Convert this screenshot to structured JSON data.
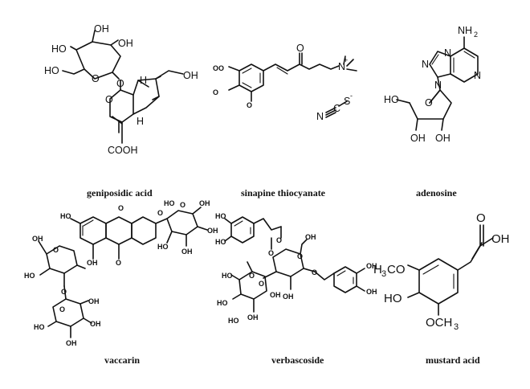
{
  "compounds": [
    {
      "name": "geniposidic acid"
    },
    {
      "name": "sinapine thiocyanate"
    },
    {
      "name": "adenosine"
    },
    {
      "name": "vaccarin"
    },
    {
      "name": "verbascoside"
    },
    {
      "name": "mustard acid"
    }
  ],
  "labels": {
    "geniposidic": {
      "oh1": "OH",
      "ho1": "HO",
      "oh2": "OH",
      "ho2": "HO",
      "o1": "O",
      "o2": "O",
      "h1": "H",
      "oh3": "OH",
      "o3": "O",
      "h2": "H",
      "cooh": "COOH"
    },
    "sinapine": {
      "o1": "O",
      "o2": "O",
      "o3": "O",
      "o4": "O",
      "o5": "O",
      "n": "N",
      "plus": "+",
      "s": "S",
      "minus": "-",
      "n2": "N",
      "c": "C"
    },
    "adenosine": {
      "nh": "NH",
      "two": "2",
      "n1": "N",
      "n2": "N",
      "n3": "N",
      "n4": "N",
      "ho": "HO",
      "o": "O",
      "oh1": "OH",
      "oh2": "OH"
    },
    "vaccarin": {
      "ho1": "HO",
      "o1": "O",
      "o2": "O",
      "ho2": "HO",
      "o3": "O",
      "oh1": "OH",
      "o4": "O",
      "oh2": "OH",
      "ho3": "HO",
      "oh3": "OH",
      "oh4": "OH",
      "o5": "O",
      "oh5": "OH",
      "ho4": "HO",
      "o6": "O",
      "oh6": "OH",
      "ho5": "HO",
      "o7": "O",
      "oh7": "OH",
      "oh8": "OH"
    },
    "verbascoside": {
      "ho1": "HO",
      "ho2": "HO",
      "o1": "O",
      "oh1": "OH",
      "o2": "O",
      "o3": "O",
      "o4": "O",
      "ho3": "HO",
      "o5": "O",
      "oh2": "OH",
      "ho4": "HO",
      "oh3": "OH",
      "ho5": "HO",
      "o6": "O",
      "oh4": "OH",
      "oh5": "OH",
      "oh6": "OH"
    },
    "mustard": {
      "o": "O",
      "oh": "OH",
      "h3co_h": "H",
      "h3co_3": "3",
      "h3co_co": "CO",
      "ho": "HO",
      "och": "OCH",
      "och_3": "3"
    }
  }
}
